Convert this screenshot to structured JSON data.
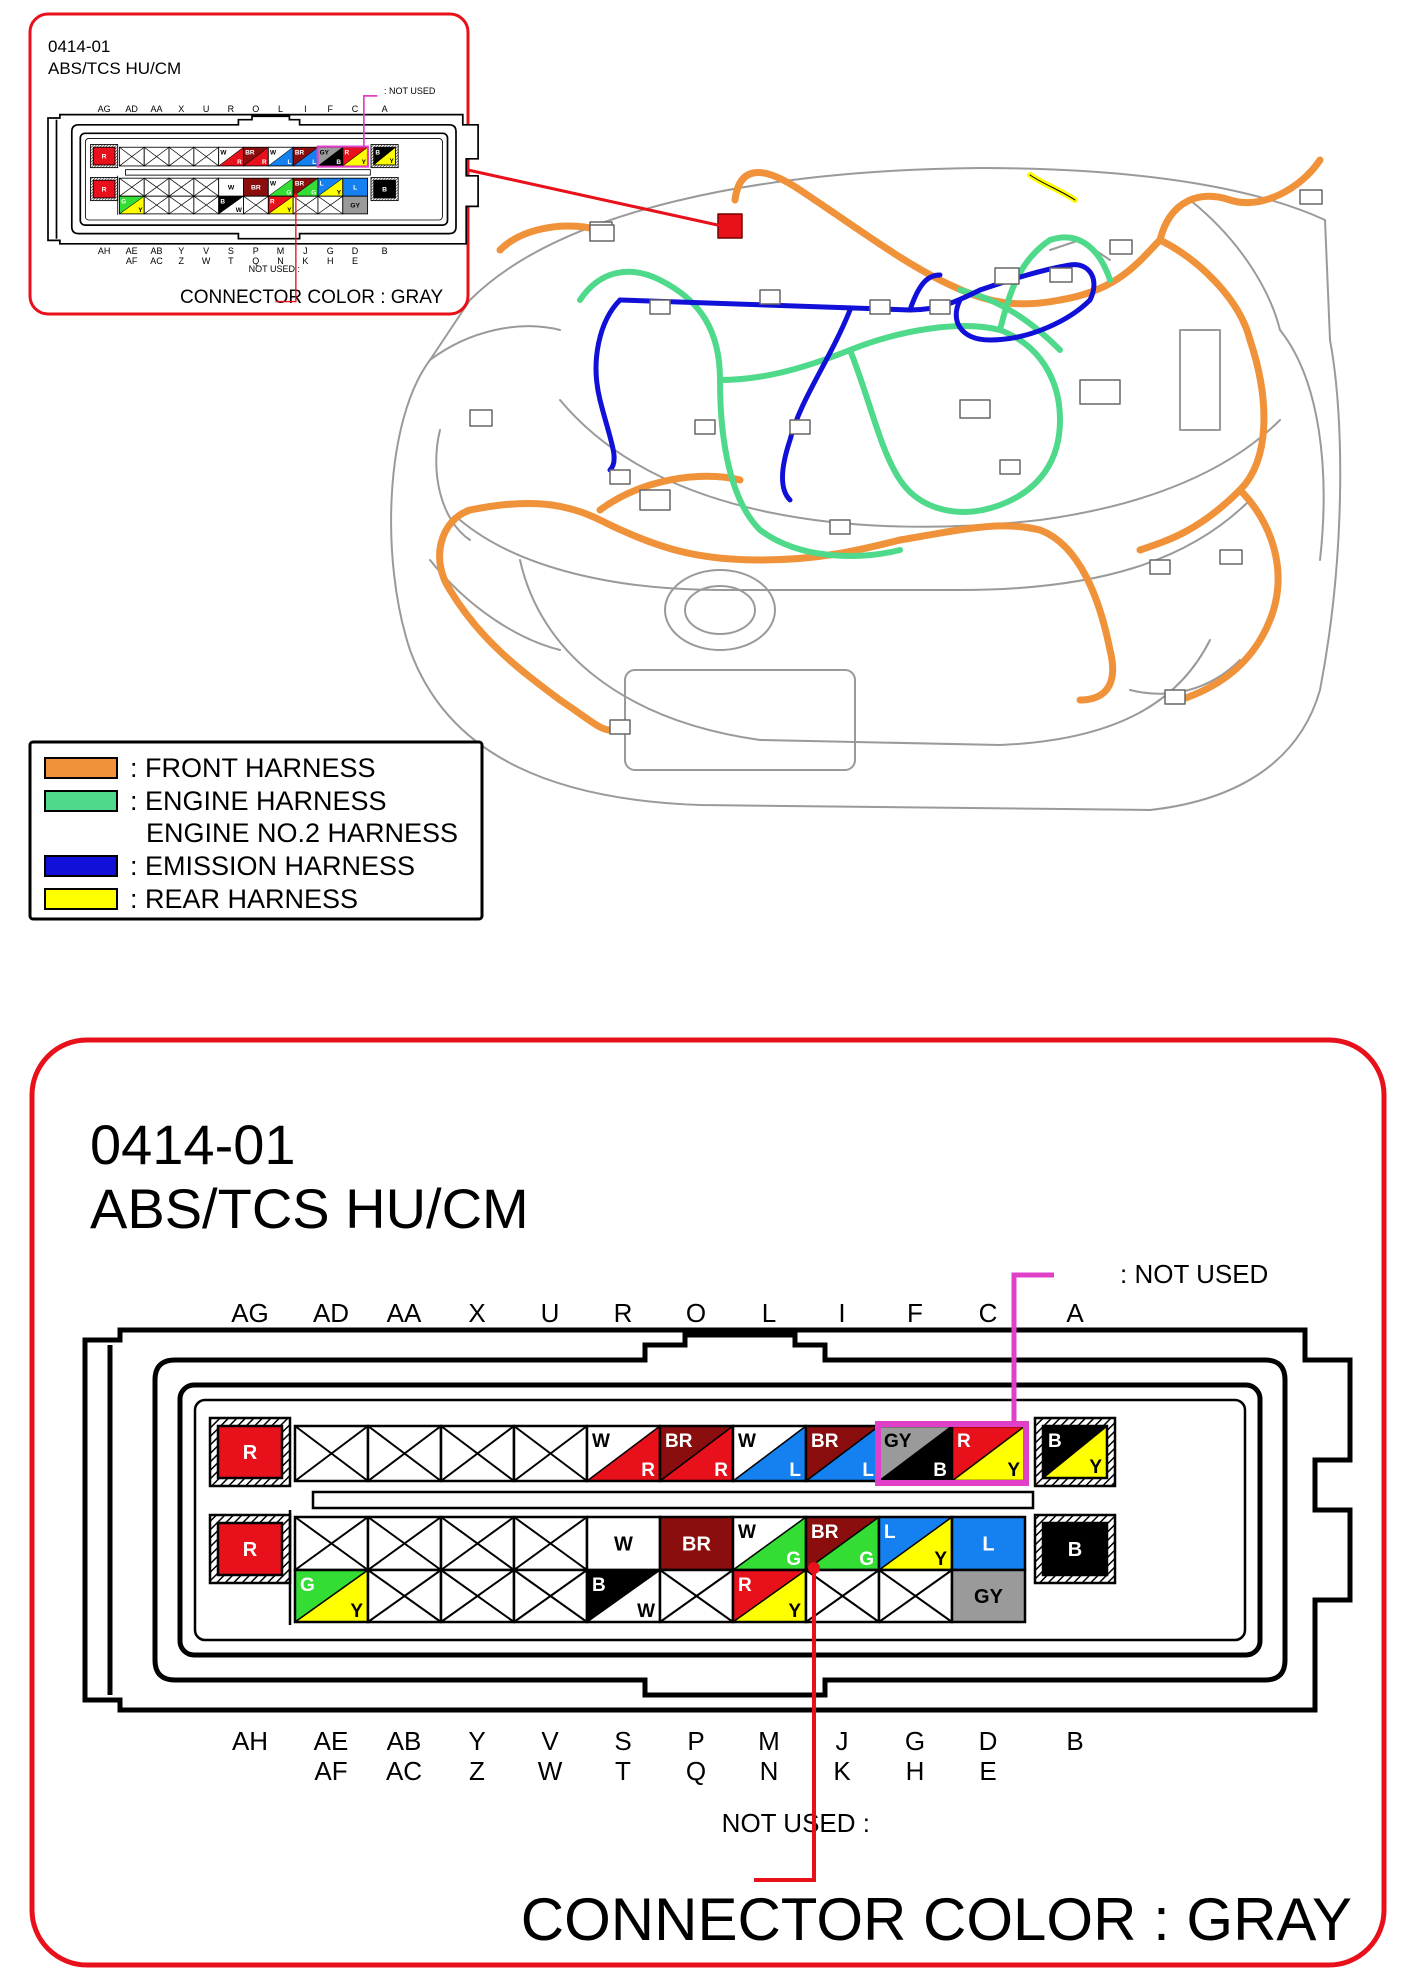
{
  "connector": {
    "code": "0414-01",
    "name": "ABS/TCS HU/CM",
    "color_caption": "CONNECTOR COLOR : GRAY",
    "not_used": ": NOT USED",
    "not_used_left": "NOT USED :"
  },
  "pin_labels": {
    "top": [
      "AG",
      "AD",
      "AA",
      "X",
      "U",
      "R",
      "O",
      "L",
      "I",
      "F",
      "C",
      "A"
    ],
    "bottom_row1": [
      "AH",
      "AE",
      "AB",
      "Y",
      "V",
      "S",
      "P",
      "M",
      "J",
      "G",
      "D",
      "B"
    ],
    "bottom_row2": [
      "AF",
      "AC",
      "Z",
      "W",
      "T",
      "Q",
      "N",
      "K",
      "H",
      "E"
    ]
  },
  "wire_codes": {
    "row1": [
      "R",
      "X",
      "X",
      "X",
      "X",
      "W/R",
      "BR/R",
      "W/L",
      "BR/L",
      "GY/B",
      "R/Y",
      "B/Y"
    ],
    "row2": [
      "R",
      "X",
      "X",
      "X",
      "X",
      "W",
      "BR",
      "W/G",
      "BR/G",
      "L/Y",
      "L",
      "B"
    ],
    "row3": [
      "G/Y",
      "X",
      "X",
      "X",
      "B/W",
      "X",
      "R/Y",
      "X",
      "X",
      "GY"
    ]
  },
  "legend": {
    "items": [
      {
        "label": ": FRONT HARNESS",
        "color": "#F0923A"
      },
      {
        "label": ": ENGINE HARNESS",
        "color": "#4FD98A"
      },
      {
        "label": "ENGINE NO.2 HARNESS",
        "color": ""
      },
      {
        "label": ": EMISSION HARNESS",
        "color": "#1010D8"
      },
      {
        "label": ": REAR HARNESS",
        "color": "#FFFF00"
      }
    ]
  },
  "colors": {
    "frame_red": "#E8101A",
    "highlight_magenta": "#E040C8",
    "R": "#E8101A",
    "BR": "#8B0E0E",
    "W": "#FFFFFF",
    "L": "#1580F0",
    "GY": "#9A9A9A",
    "B": "#000000",
    "Y": "#FFFF00",
    "G": "#33DD33"
  }
}
